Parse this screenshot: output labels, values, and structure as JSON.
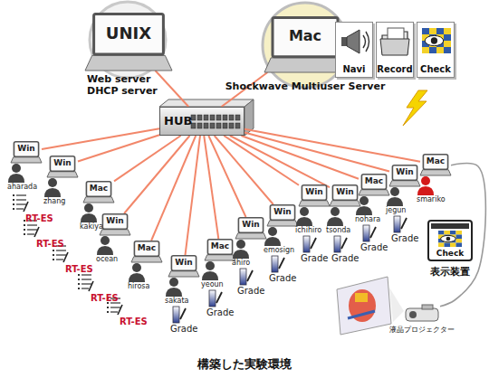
{
  "diagram": {
    "caption": "構築した実験環境",
    "nodes": [
      {
        "text": [
          "UNIX",
          "Web server DHCP server"
        ]
      },
      {
        "text": [
          "Mac",
          "Shockwave Multiuser Server"
        ]
      },
      {
        "text": [
          "Navi"
        ]
      },
      {
        "text": [
          "Record"
        ]
      },
      {
        "text": [
          "Check"
        ]
      },
      {
        "text": [
          "HUB"
        ]
      },
      {
        "text": [
          "Win",
          "aharada"
        ]
      },
      {
        "text": [
          "Win",
          "zhang"
        ]
      },
      {
        "text": [
          "Mac",
          "kakiyama"
        ]
      },
      {
        "text": [
          "Win",
          "ocean"
        ]
      },
      {
        "text": [
          "Mac",
          "hirosa"
        ]
      },
      {
        "text": [
          "Win",
          "sakata"
        ]
      },
      {
        "text": [
          "Mac",
          "yeoun"
        ]
      },
      {
        "text": [
          "Win",
          "ahiro"
        ]
      },
      {
        "text": [
          "Win",
          "emosign"
        ]
      },
      {
        "text": [
          "Win",
          "ichihiro"
        ]
      },
      {
        "text": [
          "Win",
          "tsonda"
        ]
      },
      {
        "text": [
          "Mac",
          "nohara"
        ]
      },
      {
        "text": [
          "Win",
          "jegun"
        ]
      },
      {
        "text": [
          "Mac",
          "smariko"
        ]
      },
      {
        "text": [
          "Check",
          "表示装置"
        ]
      },
      {
        "text": [
          "液晶プロジェクター"
        ]
      }
    ],
    "edges": [
      {
        "from": 5,
        "to": 0,
        "arrow": "none"
      },
      {
        "from": 5,
        "to": 1,
        "arrow": "none"
      },
      {
        "from": 5,
        "to": 6,
        "arrow": "none"
      },
      {
        "from": 5,
        "to": 7,
        "arrow": "none"
      },
      {
        "from": 5,
        "to": 8,
        "arrow": "none"
      },
      {
        "from": 5,
        "to": 9,
        "arrow": "none"
      },
      {
        "from": 5,
        "to": 10,
        "arrow": "none"
      },
      {
        "from": 5,
        "to": 11,
        "arrow": "none"
      },
      {
        "from": 5,
        "to": 12,
        "arrow": "none"
      },
      {
        "from": 5,
        "to": 13,
        "arrow": "none"
      },
      {
        "from": 5,
        "to": 14,
        "arrow": "none"
      },
      {
        "from": 5,
        "to": 15,
        "arrow": "none"
      },
      {
        "from": 5,
        "to": 16,
        "arrow": "none"
      },
      {
        "from": 5,
        "to": 17,
        "arrow": "none"
      },
      {
        "from": 5,
        "to": 18,
        "arrow": "none"
      },
      {
        "from": 5,
        "to": 19,
        "arrow": "none"
      },
      {
        "from": 19,
        "to": 21,
        "arrow": "none"
      }
    ],
    "labels": [
      "RT-ES",
      "RT-ES",
      "RT-ES",
      "RT-ES",
      "RT-ES",
      "Grade",
      "Grade",
      "Grade",
      "Grade",
      "Grade",
      "Grade",
      "Grade",
      "Grade"
    ]
  }
}
